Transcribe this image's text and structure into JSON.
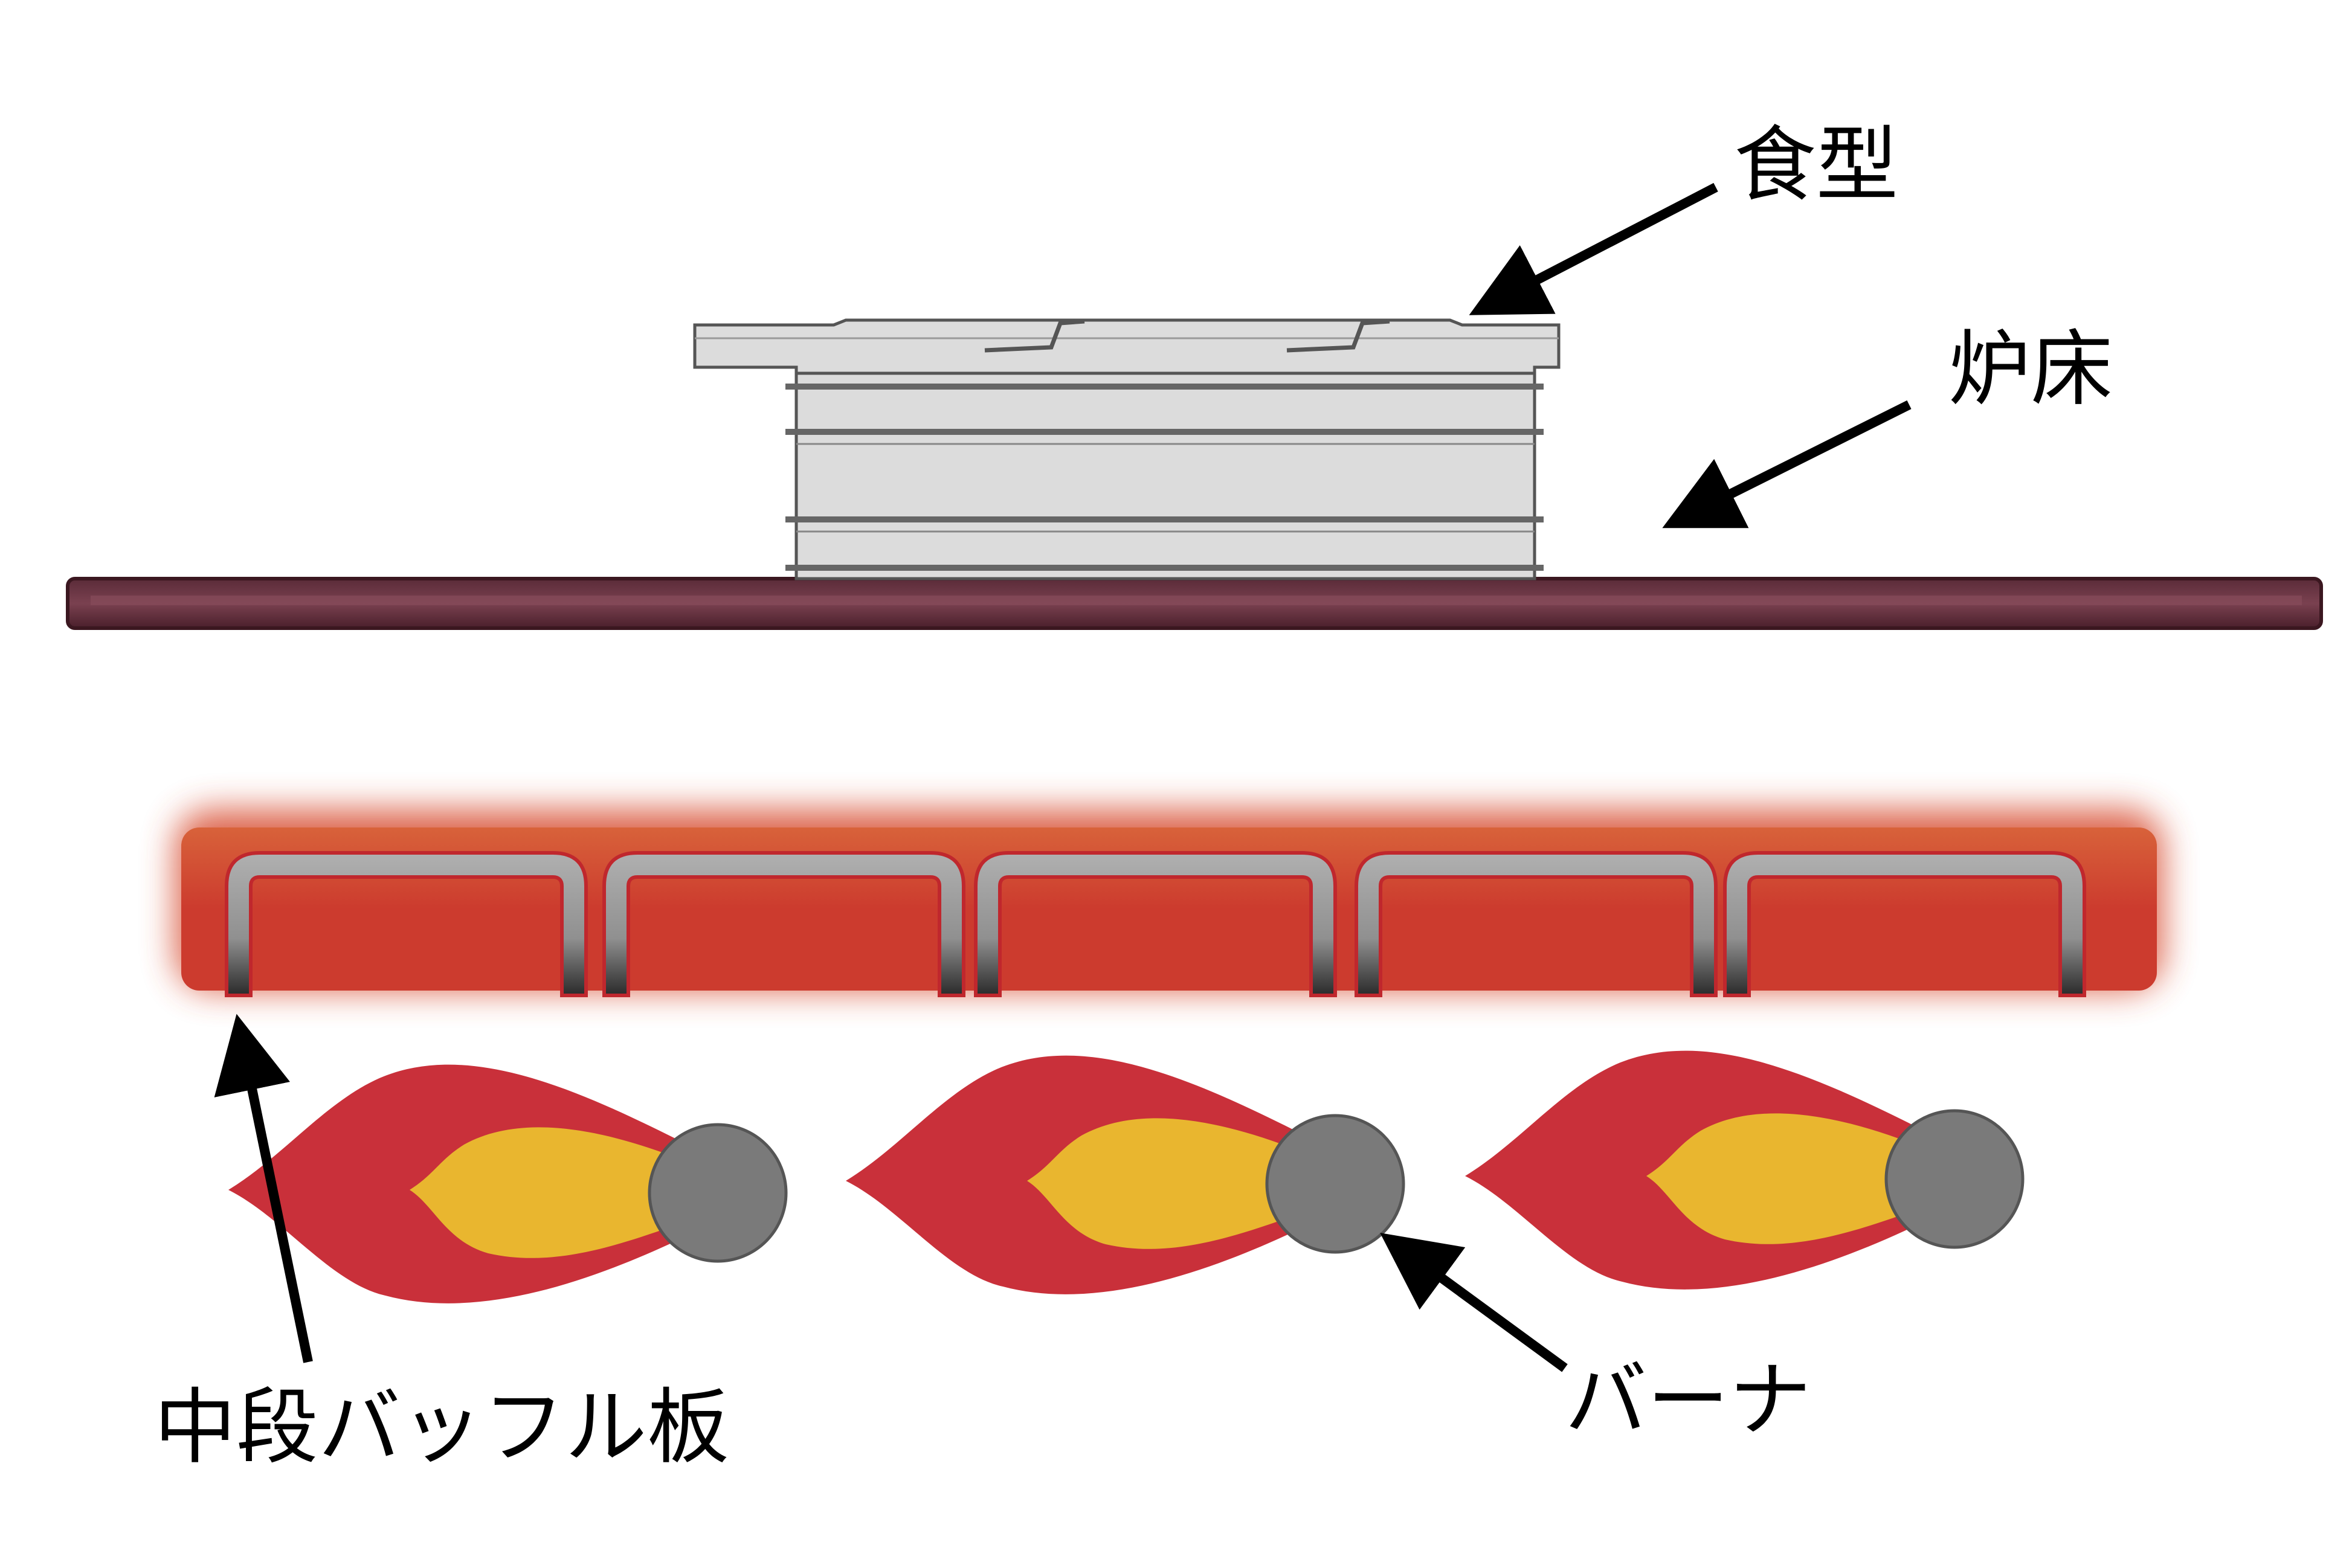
{
  "labels": {
    "mold": "食型",
    "hearth": "炉床",
    "baffle": "中段バッフル板",
    "burner": "バーナ"
  },
  "colors": {
    "hearth": "#6b3341",
    "hearth_edge": "#4a1f2b",
    "mold_fill": "#dcdcdc",
    "mold_stroke": "#555555",
    "heat_glow": "#cc3b2e",
    "baffle_stroke": "#c0272d",
    "flame_outer": "#c9303a",
    "flame_inner": "#e9b62f",
    "burner_head": "#7a7a7a",
    "arrow": "#000000"
  }
}
